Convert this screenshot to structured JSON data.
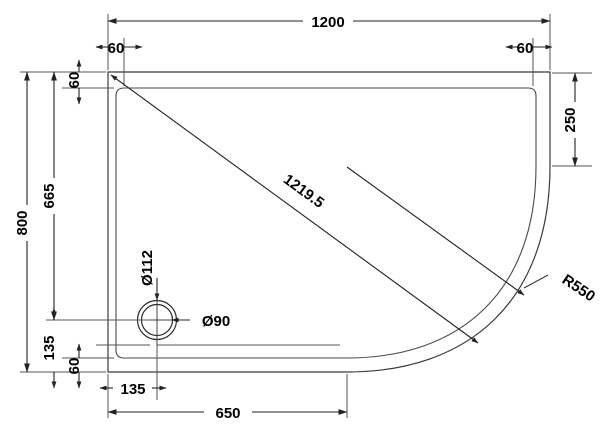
{
  "drawing": {
    "title": "Offset Quadrant Shower Tray Technical Drawing",
    "units": "mm",
    "line_color": "#3a3a3a",
    "text_color": "#000000",
    "background": "#ffffff",
    "dimensions": {
      "overall_width": "1200",
      "overall_depth": "800",
      "top_left_offset": "60",
      "top_right_offset": "60",
      "top_edge_offset": "60",
      "left_depth_inner": "665",
      "right_straight": "250",
      "drain_from_bottom": "135",
      "bottom_edge_offset": "60",
      "drain_from_left": "135",
      "bottom_straight": "650",
      "diagonal": "1219.5",
      "radius": "R550",
      "hole_outer": "Ø112",
      "hole_inner": "Ø90"
    },
    "labels": {
      "width_1200": "1200",
      "left_60": "60",
      "right_60": "60",
      "top_60": "60",
      "depth_800": "800",
      "depth_665": "665",
      "right_250": "250",
      "bottom_135": "135",
      "bottom_60": "60",
      "left_135": "135",
      "width_650": "650",
      "diagonal_1219": "1219.5",
      "radius_r550": "R550",
      "dia_112": "Ø112",
      "dia_90": "Ø90"
    }
  }
}
